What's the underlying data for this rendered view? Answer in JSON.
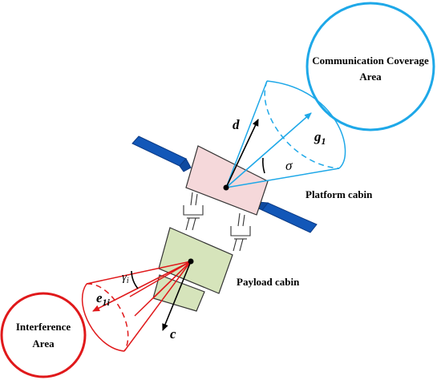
{
  "labels": {
    "communication_line1": "Communication Coverage",
    "communication_line2": "Area",
    "interference_line1": "Interference",
    "interference_line2": "Area",
    "platform_cabin": "Platform cabin",
    "payload_cabin": "Payload cabin"
  },
  "symbols": {
    "d": "d",
    "g": "g",
    "g_sub": "1",
    "sigma": "σ",
    "gamma": "γ",
    "gamma_sub": "i",
    "e": "e",
    "e_sub": "1i",
    "c": "c"
  },
  "colors": {
    "communication_blue": "#1ea8e8",
    "solar_panel_blue": "#1257b8",
    "platform_fill": "#f5d8da",
    "payload_fill": "#d6e4bb",
    "interference_red": "#e0191b",
    "black": "#000000"
  }
}
